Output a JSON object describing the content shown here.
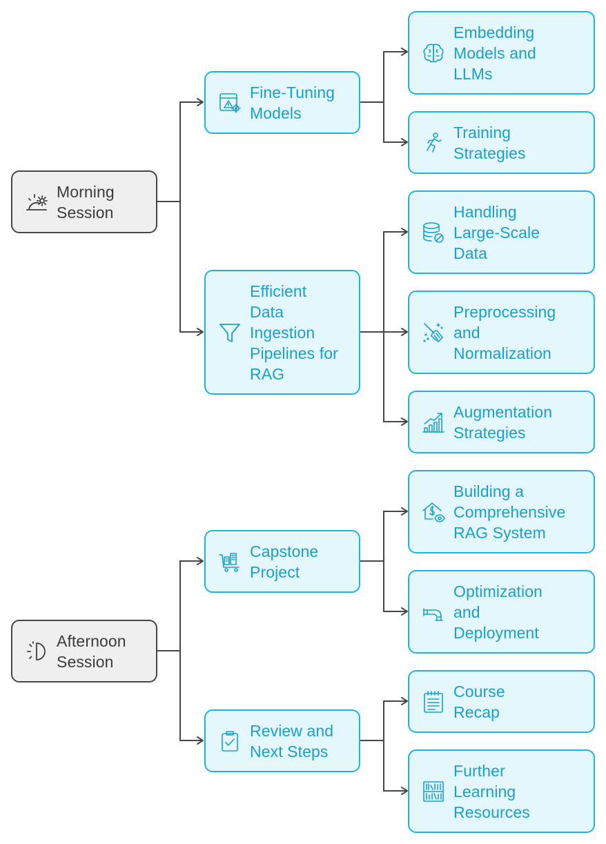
{
  "colors": {
    "root_fill": "#efefef",
    "root_border": "#454545",
    "root_text": "#3b3b3b",
    "node_fill": "#e4f7fc",
    "node_border": "#1cb5dd",
    "node_text": "#1aa0c8",
    "connector": "#454545"
  },
  "sessions": [
    {
      "label": "Morning\nSession",
      "icon": "sunrise-icon",
      "topics": [
        {
          "label": "Fine-Tuning\nModels",
          "icon": "model-tuning-icon",
          "subtopics": [
            {
              "label": "Embedding\nModels and\nLLMs",
              "icon": "brain-icon"
            },
            {
              "label": "Training\nStrategies",
              "icon": "running-person-icon"
            }
          ]
        },
        {
          "label": "Efficient\nData\nIngestion\nPipelines for\nRAG",
          "icon": "funnel-icon",
          "subtopics": [
            {
              "label": "Handling\nLarge-Scale\nData",
              "icon": "database-blocked-icon"
            },
            {
              "label": "Preprocessing\nand\nNormalization",
              "icon": "broom-sparkle-icon"
            },
            {
              "label": "Augmentation\nStrategies",
              "icon": "growth-chart-icon"
            }
          ]
        }
      ]
    },
    {
      "label": "Afternoon\nSession",
      "icon": "half-sun-icon",
      "topics": [
        {
          "label": "Capstone\nProject",
          "icon": "project-cart-icon",
          "subtopics": [
            {
              "label": "Building a\nComprehensive\nRAG System",
              "icon": "house-money-eye-icon"
            },
            {
              "label": "Optimization\nand\nDeployment",
              "icon": "pipe-icon"
            }
          ]
        },
        {
          "label": "Review and\nNext Steps",
          "icon": "clipboard-check-icon",
          "subtopics": [
            {
              "label": "Course\nRecap",
              "icon": "notepad-icon"
            },
            {
              "label": "Further\nLearning\nResources",
              "icon": "library-icon"
            }
          ]
        }
      ]
    }
  ]
}
